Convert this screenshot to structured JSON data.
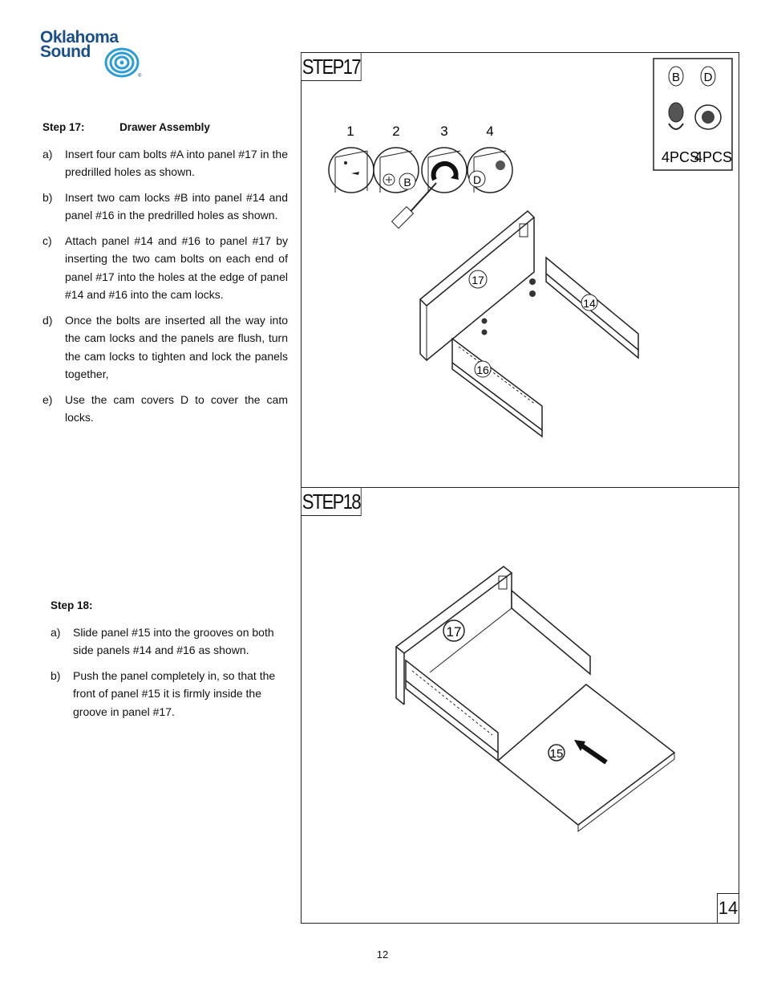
{
  "logo": {
    "line1": "Oklahoma",
    "line2": "Sound",
    "registered": "®"
  },
  "step17": {
    "heading_num": "Step 17:",
    "heading_title": "Drawer Assembly",
    "items": [
      {
        "label": "a)",
        "text": "Insert four  cam bolts #A into panel #17 in the predrilled holes as shown."
      },
      {
        "label": "b)",
        "text": "Insert two cam locks #B into panel #14 and panel #16 in the predrilled holes as shown."
      },
      {
        "label": "c)",
        "text": "Attach  panel #14 and #16 to panel #17 by inserting the two cam bolts on each end of panel #17 into the holes at the edge of panel #14 and #16 into the cam locks."
      },
      {
        "label": "d)",
        "text": "Once the bolts are inserted all the way into the cam locks and the panels are flush, turn the cam locks to tighten and lock the panels together,"
      },
      {
        "label": "e)",
        "text": "Use the cam covers D to cover the cam locks."
      }
    ],
    "diagram": {
      "tag": "STEP17",
      "parts": {
        "b": "B",
        "d": "D",
        "qty_b": "4PCS",
        "qty_d": "4PCS"
      },
      "substeps": [
        "1",
        "2",
        "3",
        "4"
      ],
      "callouts": [
        "B",
        "D"
      ],
      "panels": [
        "17",
        "14",
        "16"
      ]
    }
  },
  "step18": {
    "heading_num": "Step 18:",
    "items": [
      {
        "label": "a)",
        "text": "Slide panel #15   into the grooves on both side panels  #14 and #16 as shown."
      },
      {
        "label": "b)",
        "text": "Push the panel completely in, so that the front of panel #15 it is firmly inside the groove in panel #17."
      }
    ],
    "diagram": {
      "tag": "STEP18",
      "panels": [
        "17",
        "15"
      ],
      "corner_number": "14"
    }
  },
  "footer": {
    "page_number": "12"
  }
}
